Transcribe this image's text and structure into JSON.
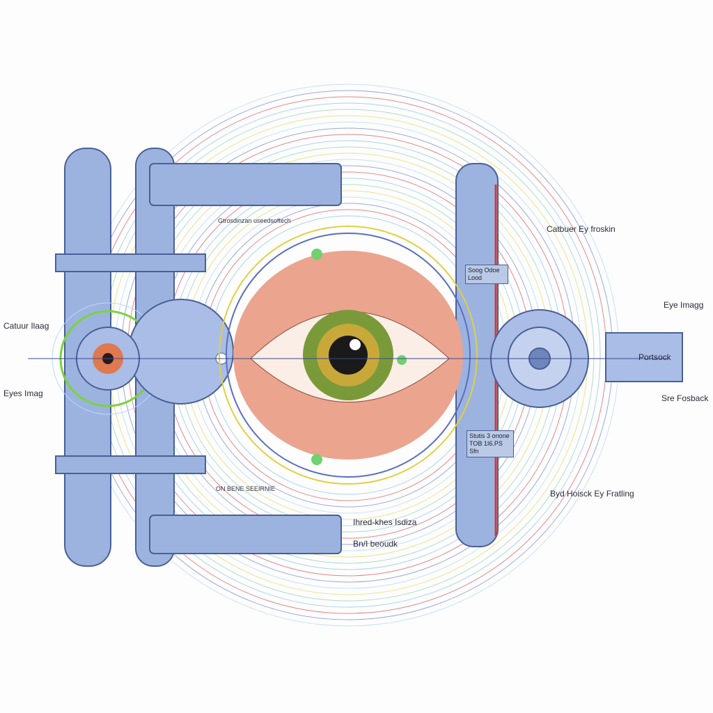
{
  "labels": {
    "left_top": "Catuur Ilaag",
    "left_bottom": "Eyes Imag",
    "right_top": "Catbuer Ey froskin",
    "right_eye_image": "Eye Imagg",
    "right_box": "Portsock",
    "right_feedback": "Sre Fosback",
    "right_bottom": "Byd Hoisck Ey Fratling",
    "bottom_1": "Ihred-khes Isdiza",
    "bottom_2": "Bn/I beoudk",
    "top_caption": "Gtrosdinzan useedsoftech",
    "bottom_caption": "ON BENE SEEIRNIE"
  },
  "panels": {
    "upper": "Soog Odoe Lood",
    "lower": "Stutis 3 onone TOB 1I6.PS Sfn"
  },
  "colors": {
    "frame": "#8fa9d9",
    "frame_stroke": "#4a5f94",
    "iris": "#7a9a3a",
    "skin": "#e8a088",
    "accent_green": "#6fd26f",
    "wire_red": "#d23a3a"
  }
}
